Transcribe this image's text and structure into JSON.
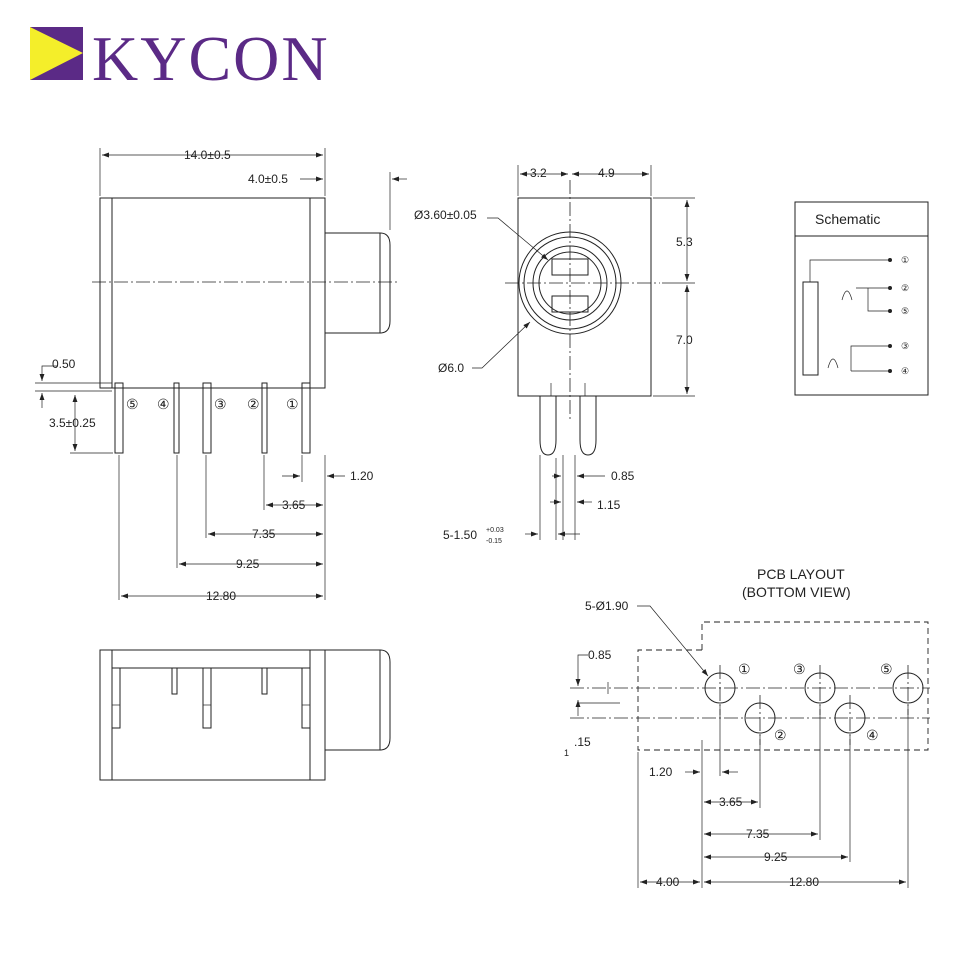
{
  "brand": {
    "name": "KYCON",
    "color_primary": "#5b2a86",
    "color_accent": "#f4ee2a"
  },
  "front_view": {
    "dims": {
      "overall": "14.0±0.5",
      "plug": "4.0±0.5",
      "offset": "0.50",
      "pin_len": "3.5±0.25",
      "d1": "1.20",
      "d2": "3.65",
      "d3": "7.35",
      "d4": "9.25",
      "d5": "12.80"
    },
    "pin_labels": [
      "⑤",
      "④",
      "③",
      "②",
      "①"
    ]
  },
  "side_view": {
    "dims": {
      "left": "3.2",
      "right": "4.9",
      "inner_dia": "Ø3.60±0.05",
      "outer_dia": "Ø6.0",
      "top": "5.3",
      "bottom": "7.0",
      "d085": "0.85",
      "d115": "1.15",
      "pin_w": "5-1.50",
      "tol_plus": "+0.03",
      "tol_minus": "-0.15"
    }
  },
  "schematic": {
    "title": "Schematic",
    "pins": [
      "①",
      "②",
      "⑤",
      "③",
      "④"
    ]
  },
  "pcb": {
    "title_line1": "PCB LAYOUT",
    "title_line2": "(BOTTOM VIEW)",
    "holes": "5-Ø1.90",
    "dims": {
      "d085": "0.85",
      "d15": ".15",
      "d15_prefix": "1",
      "d120": "1.20",
      "d365": "3.65",
      "d735": "7.35",
      "d925": "9.25",
      "d400": "4.00",
      "d1280": "12.80"
    },
    "pin_labels": [
      "①",
      "③",
      "⑤",
      "②",
      "④"
    ]
  }
}
